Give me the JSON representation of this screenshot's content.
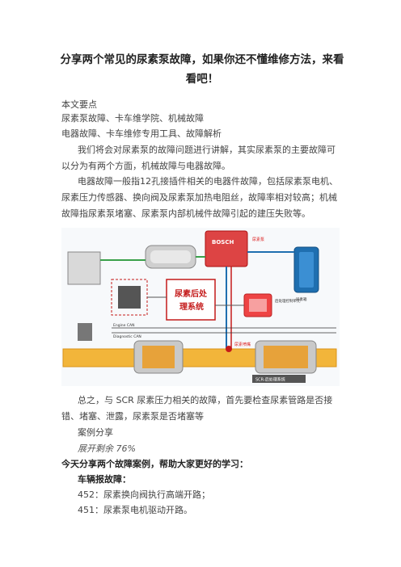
{
  "article": {
    "title": "分享两个常见的尿素泵故障，如果你还不懂维修方法，来看看吧！",
    "summary_heading": "本文要点",
    "tags_line1": "尿素泵故障、卡车维学院、机械故障",
    "tags_line2": "电器故障、卡车维修专用工具、故障解析",
    "intro": "我们将会对尿素泵的故障问题进行讲解，其实尿素泵的主要故障可以分为有两个方面，机械故障与电器故障。",
    "detail": "电器故障一般指12孔接插件相关的电器件故障，包括尿素泵电机、尿素压力传感器、换向阀及尿素泵加热电阻丝，故障率相对较高；机械故障指尿素泵堵塞、尿素泵内部机械件故障引起的建压失败等。",
    "summary": "总之，与 SCR 尿素压力相关的故障，首先要检查尿素管路是否接错、堵塞、泄露，尿素泵是否堵塞等",
    "share": "案例分享",
    "expand": "展开剩余 76%",
    "case_intro": "今天分享两个故障案例，帮助大家更好的学习：",
    "vehicle_fault": "车辆报故障：",
    "fault_452": "452：尿素换向阀执行高端开路；",
    "fault_451": "451：尿素泵电机驱动开路。"
  },
  "diagram": {
    "center_label_line1": "尿素后处",
    "center_label_line2": "理系统",
    "bosch_brand": "BOSCH",
    "pump_label": "尿素泵",
    "nozzle_label": "尿素喷嘴",
    "scr_label": "SCR-后处理系统",
    "engine_can": "Engine CAN",
    "diagnostic_can": "Diagnostic CAN",
    "tank_label": "尿素箱",
    "module_label": "后处理控制单元",
    "colors": {
      "accent_red": "#c41a1a",
      "pipe_orange": "#f0a020",
      "tank_blue": "#1f6fb0",
      "pipe_green": "#3aa04a"
    }
  }
}
